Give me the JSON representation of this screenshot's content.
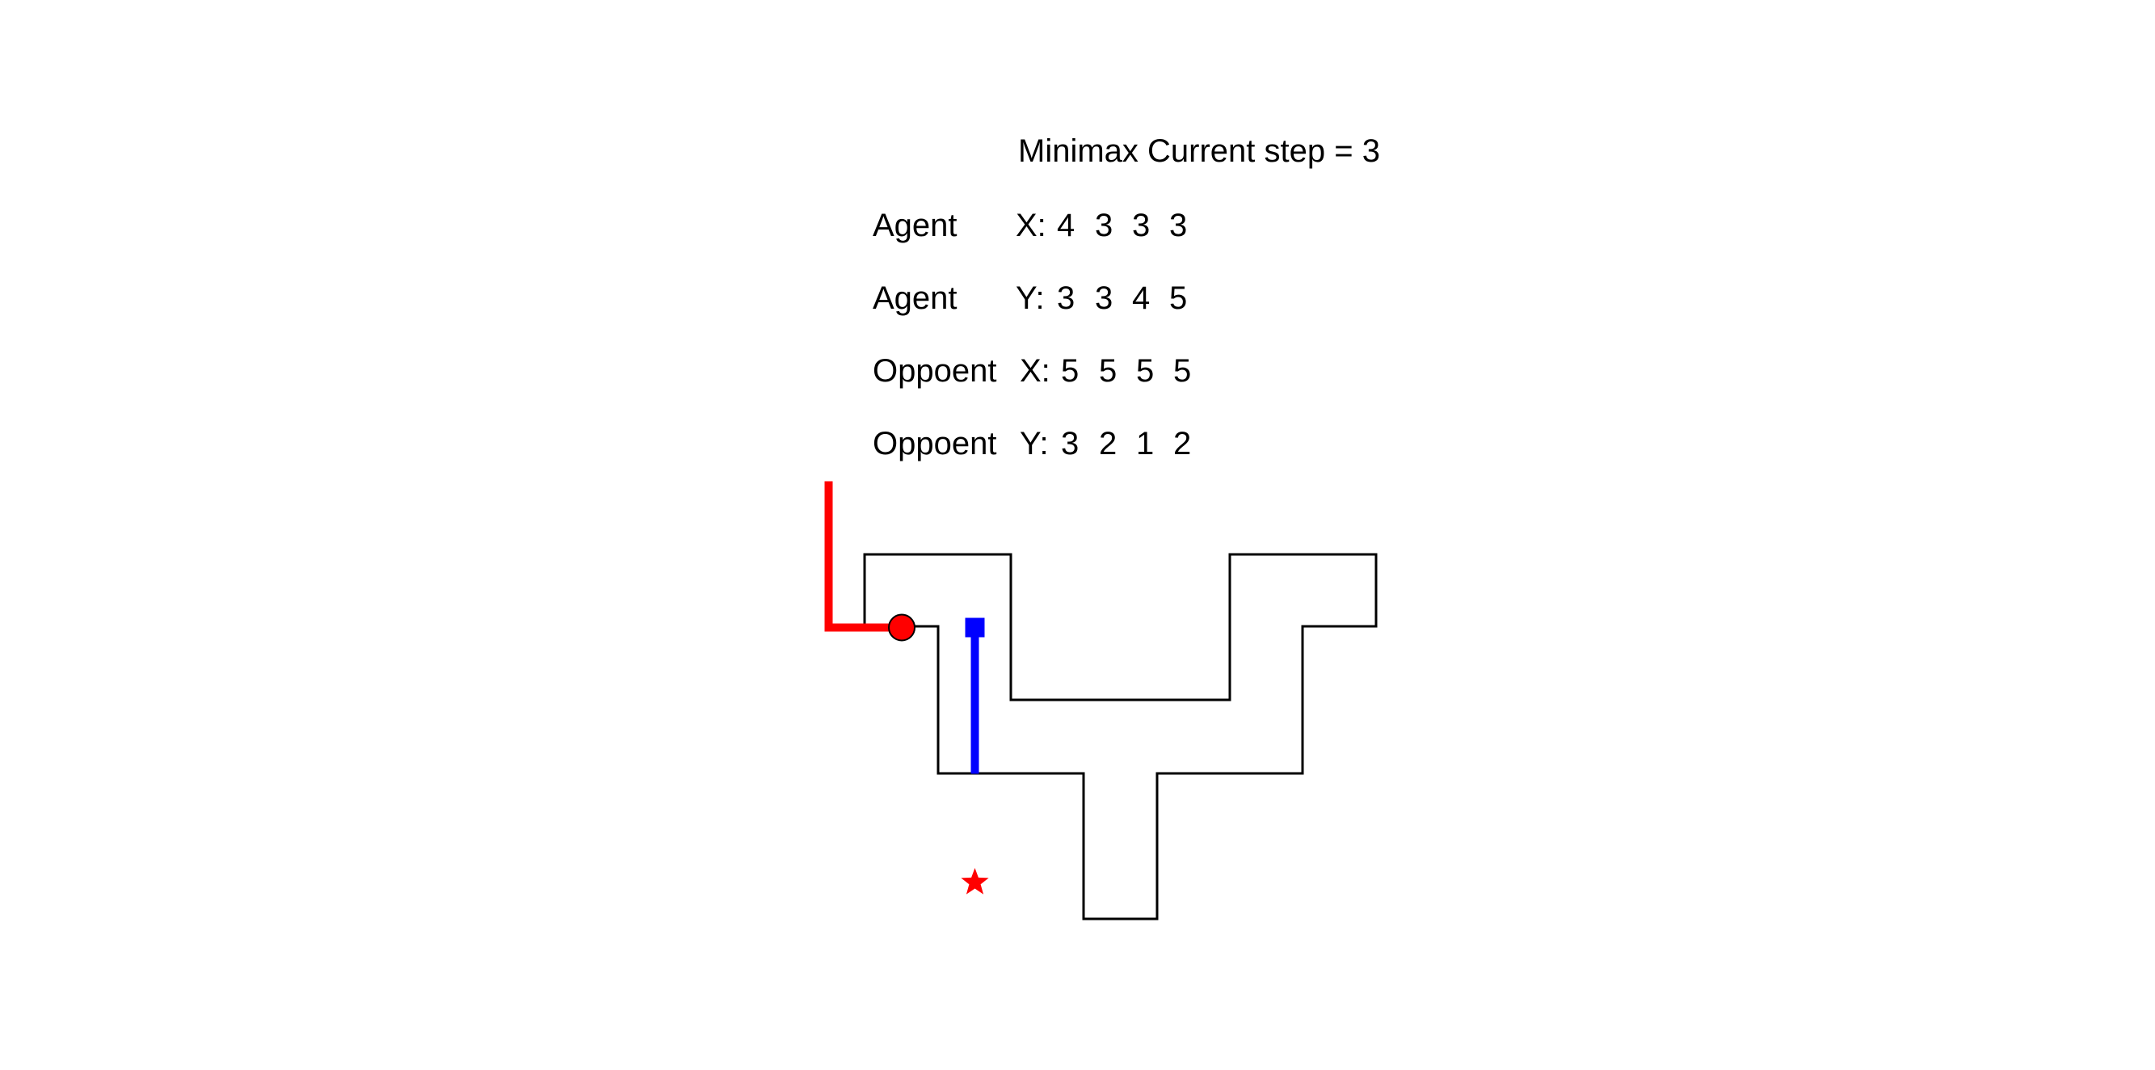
{
  "title": "Minimax Current step = 3",
  "rows": [
    {
      "label": "Agent",
      "axis": "X:",
      "values": [
        "4",
        "3",
        "3",
        "3"
      ]
    },
    {
      "label": "Agent",
      "axis": "Y:",
      "values": [
        "3",
        "3",
        "4",
        "5"
      ]
    },
    {
      "label": "Oppoent",
      "axis": "X:",
      "values": [
        "5",
        "5",
        "5",
        "5"
      ]
    },
    {
      "label": "Oppoent",
      "axis": "Y:",
      "values": [
        "3",
        "2",
        "1",
        "2"
      ]
    }
  ],
  "maze": {
    "wall_color": "#000000"
  },
  "agent": {
    "color": "#ff0000",
    "marker": "circle",
    "path_x": [
      4,
      3,
      3,
      3
    ],
    "path_y": [
      3,
      3,
      4,
      5
    ]
  },
  "opponent": {
    "color": "#0000ff",
    "marker": "square",
    "path_x": [
      5,
      5,
      5,
      5
    ],
    "path_y": [
      3,
      2,
      1,
      2
    ]
  },
  "goal": {
    "color": "#ff0000",
    "marker": "star-icon"
  }
}
